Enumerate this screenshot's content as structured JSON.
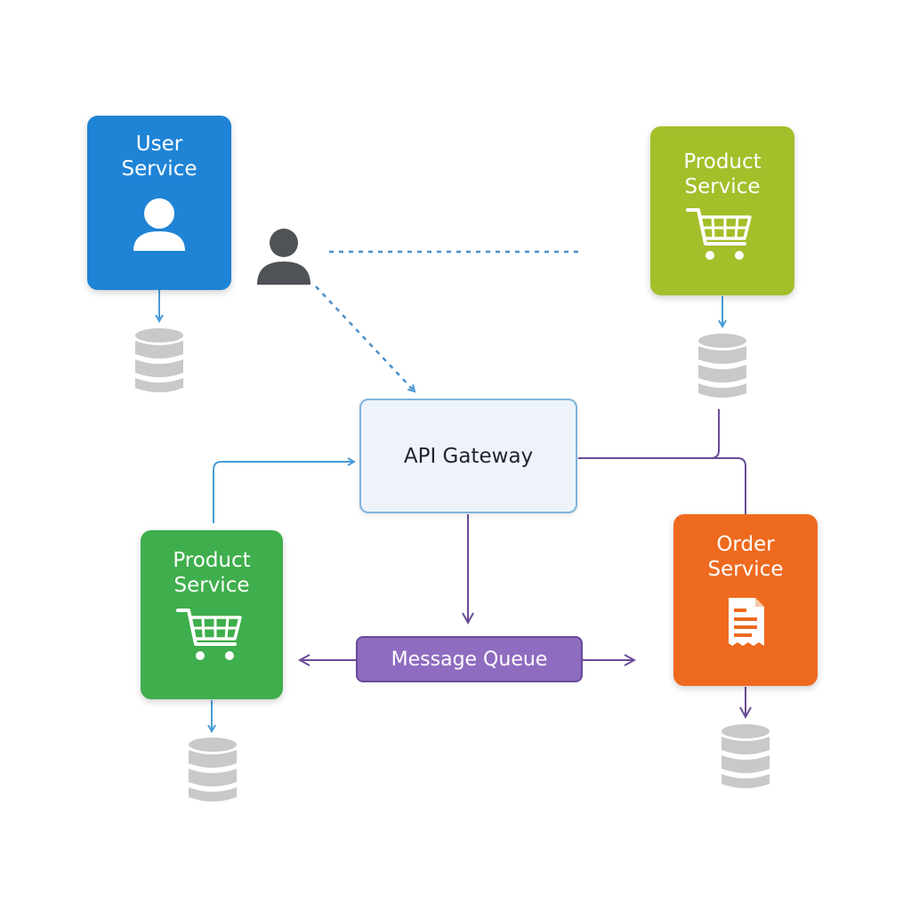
{
  "services": {
    "user": {
      "label": "User\nService",
      "color": "#1f84d6",
      "icon": "user-icon"
    },
    "product_top": {
      "label": "Product\nService",
      "color": "#a3bf2a",
      "icon": "shopping-cart-icon"
    },
    "product_left": {
      "label": "Product\nService",
      "color": "#3fae4c",
      "icon": "shopping-cart-icon"
    },
    "order": {
      "label": "Order\nService",
      "color": "#ee6a1f",
      "icon": "receipt-icon"
    }
  },
  "gateway": {
    "label": "API Gateway"
  },
  "queue": {
    "label": "Message Queue"
  },
  "actor": {
    "icon": "user-icon",
    "color": "#4f5256"
  },
  "databases": {
    "icon": "database-icon",
    "color": "#c9c9c9"
  },
  "colors": {
    "dotted_line": "#4a8fc8",
    "blue_arrow": "#4a9bd6",
    "purple_arrow": "#6a4b98"
  }
}
